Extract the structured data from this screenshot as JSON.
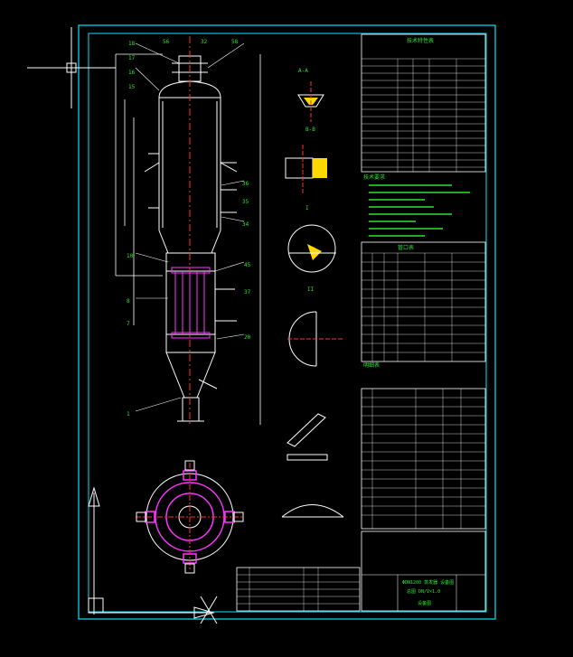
{
  "drawing": {
    "title_block": {
      "title": "技术特性表",
      "name_line_1": "ΦDN1200 蒸发器 设备图",
      "name_line_2": "总图 DN/V×1.0",
      "sheet_label": "设备图"
    },
    "table_heading": "技术特性表",
    "parts_heading": "管口表",
    "notes_heading": "技术要求",
    "bom_heading": "明细表",
    "detail_a": "A-A",
    "detail_b": "B-B",
    "detail_c": "I",
    "detail_d": "II",
    "colors": {
      "frame": "#00e5ff",
      "lines": "#ffffff",
      "text": "#27e62c",
      "accent": "#ff33ff",
      "weld": "#ffd800"
    }
  }
}
